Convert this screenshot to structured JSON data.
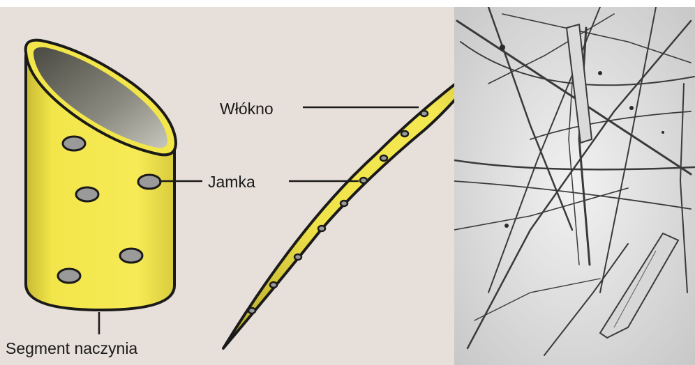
{
  "labels": {
    "fiber": "Włókno",
    "pit": "Jamka",
    "vessel_segment": "Segment naczynia"
  },
  "colors": {
    "background": "#e7dfd9",
    "cell_fill": "#f2e64a",
    "cell_shadow": "#b7a92c",
    "pit_fill": "#9a9a9a",
    "outline": "#1a1a1a",
    "micrograph_bg": "#e9e9e9"
  },
  "micrograph": {
    "description_icon": "microscope-photo-fibers"
  }
}
